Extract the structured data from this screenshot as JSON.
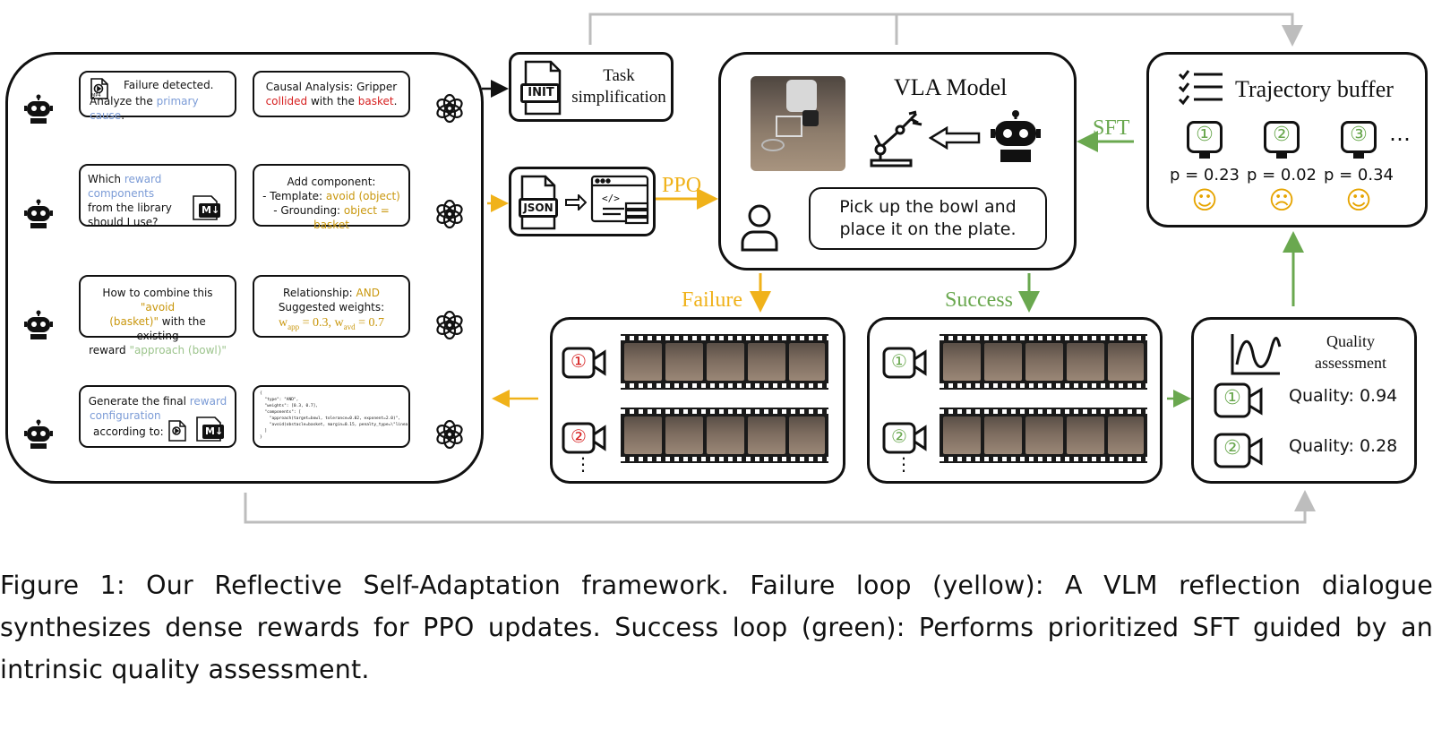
{
  "dialogue": {
    "q1": {
      "a": "Failure detected.",
      "b": "Analyze the ",
      "c": "primary cause",
      "d": "."
    },
    "a1": {
      "a": "Causal Analysis: Gripper",
      "b": "collided",
      "c": " with the ",
      "d": "basket",
      "e": "."
    },
    "q2": {
      "a": "Which ",
      "b": "reward components",
      "c": "from the library",
      "d": "should I use?"
    },
    "a2": {
      "a": "Add component:",
      "b": "- Template: ",
      "c": "avoid (object)",
      "d": "- Grounding: ",
      "e": "object = basket"
    },
    "q3": {
      "a": "How to combine this ",
      "b": "\"avoid",
      "c": "(basket)\"",
      "d": " with the existing",
      "e": "reward ",
      "f": "\"approach (bowl)\""
    },
    "a3": {
      "a": "Relationship: ",
      "b": "AND",
      "c": "Suggested weights:",
      "d": "w",
      "e": "app",
      "f": " = 0.3, w",
      "g": "avd",
      "h": " = 0.7"
    },
    "q4": {
      "a": "Generate the final ",
      "b": "reward",
      "c": "configuration",
      "d": "according to:"
    },
    "code": [
      "{",
      "  \"type\": \"AND\",",
      "  \"weights\": [0.3, 0.7],",
      "  \"components\": [",
      "    \"approach(target=bowl, tolerance=0.02, exponent=2.0)\",",
      "    \"avoid(obstacle=basket, margin=0.15, penalty_type=\\\"linear\\\")\"",
      "  ]",
      "}"
    ],
    "md_label": "M↓",
    "file_label": "MP4"
  },
  "task_box": {
    "badge": "INIT",
    "line1": "Task",
    "line2": "simplification"
  },
  "json_box": {
    "badge": "JSON"
  },
  "labels": {
    "ppo": "PPO",
    "sft": "SFT",
    "failure": "Failure",
    "success": "Success"
  },
  "vla": {
    "title": "VLA Model",
    "instruction_line1": "Pick up the bowl and",
    "instruction_line2": "place it on the plate."
  },
  "buffer": {
    "title": "Trajectory buffer",
    "items": [
      {
        "num": "①",
        "p": "p = 0.23",
        "face": "☺"
      },
      {
        "num": "②",
        "p": "p = 0.02",
        "face": "☹"
      },
      {
        "num": "③",
        "p": "p = 0.34",
        "face": "☺"
      }
    ],
    "ellipsis": "…"
  },
  "failure_panel": {
    "cam1": "①",
    "cam2": "②",
    "dots": "⋮"
  },
  "success_panel": {
    "cam1": "①",
    "cam2": "②",
    "dots": "⋮"
  },
  "quality": {
    "title_line1": "Quality",
    "title_line2": "assessment",
    "items": [
      {
        "num": "①",
        "text": "Quality: 0.94"
      },
      {
        "num": "②",
        "text": "Quality: 0.28"
      }
    ]
  },
  "caption": "Figure 1: Our Reflective Self-Adaptation framework. Failure loop (yellow): A VLM reflection dialogue synthesizes dense rewards for PPO updates. Success loop (green): Performs prioritized SFT guided by an intrinsic quality assessment.",
  "colors": {
    "yellow": "#f0b21a",
    "green": "#6aa84f",
    "gray": "#bdbdbd",
    "red": "#d61f1f"
  }
}
